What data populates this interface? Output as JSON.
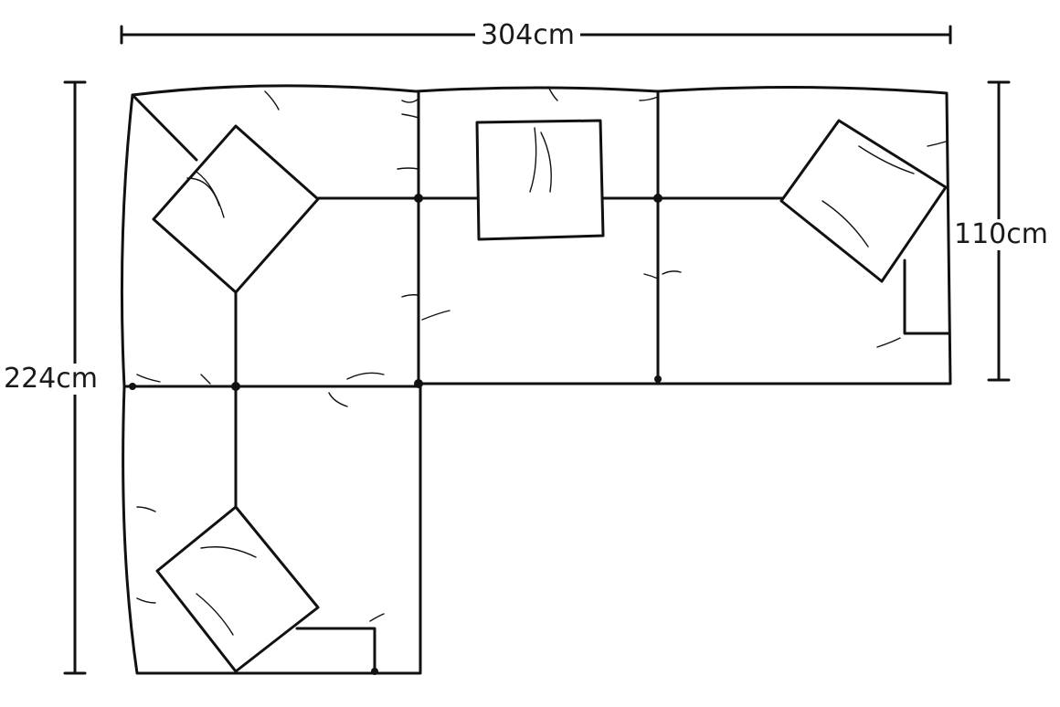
{
  "dimensions": {
    "width": "304cm",
    "depth": "110cm",
    "length": "224cm"
  }
}
